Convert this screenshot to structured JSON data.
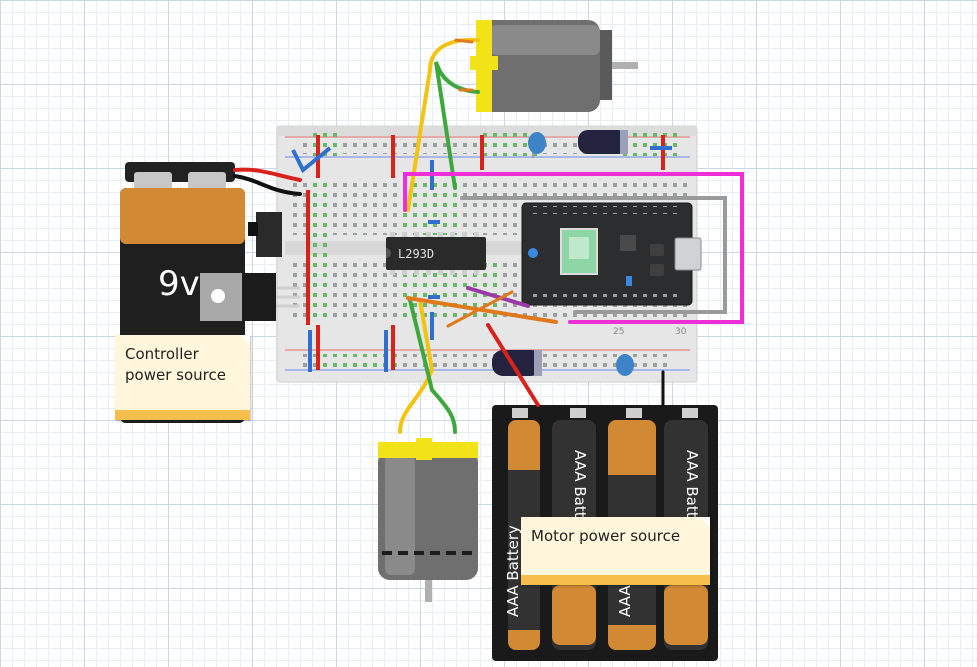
{
  "battery9v": {
    "label": "9v"
  },
  "chip": {
    "label": "L293D"
  },
  "breadboard": {
    "col_25": "25",
    "col_30": "30"
  },
  "aaa_pack": {
    "cell_label": "AAA Battery"
  },
  "notes": {
    "controller": "Controller\npower source",
    "motor": "Motor power source"
  },
  "colors": {
    "wire_red": "#d9221c",
    "wire_blue": "#2f6fce",
    "wire_green": "#3ea83e",
    "wire_yellow": "#f2c30f",
    "wire_magenta": "#ee2fd8",
    "wire_gray": "#9a9a9a",
    "wire_orange": "#e0781c",
    "wire_purple": "#9a3aa6",
    "note_bg": "#fff6dc",
    "note_bar": "#f5be4d"
  }
}
